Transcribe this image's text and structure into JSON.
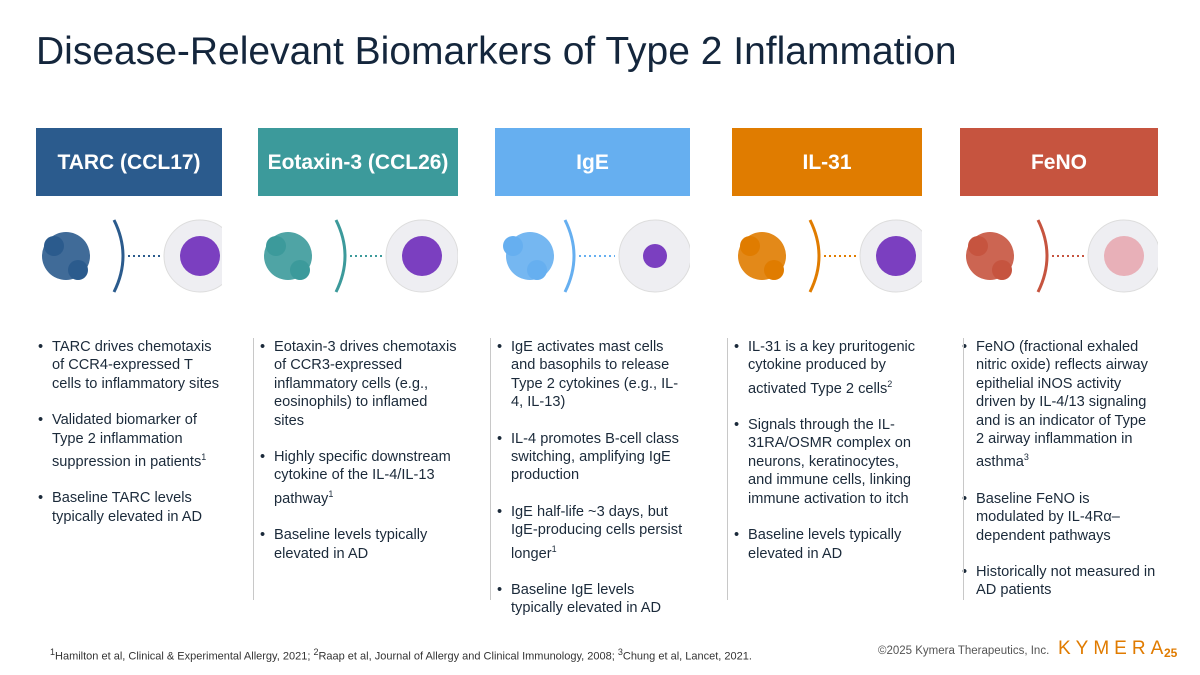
{
  "title": "Disease-Relevant Biomarkers of Type 2 Inflammation",
  "colors": {
    "tarc": "#2b5b8d",
    "eotaxin": "#3c9a9b",
    "ige": "#66aff0",
    "il31": "#e07c00",
    "feno": "#c6543f"
  },
  "columns": [
    {
      "header": "TARC (CCL17)",
      "bullets": [
        {
          "text": "TARC drives chemotaxis of CCR4-expressed T cells to inflammatory sites",
          "sup": ""
        },
        {
          "text": "Validated biomarker of Type 2 inflammation suppression in patients",
          "sup": "1"
        },
        {
          "text": "Baseline TARC levels typically elevated in AD",
          "sup": ""
        }
      ]
    },
    {
      "header": "Eotaxin-3 (CCL26)",
      "bullets": [
        {
          "text": "Eotaxin-3 drives chemotaxis of CCR3-expressed inflammatory cells (e.g., eosinophils) to inflamed sites",
          "sup": ""
        },
        {
          "text": "Highly specific downstream cytokine of the IL-4/IL-13 pathway",
          "sup": "1"
        },
        {
          "text": "Baseline levels typically elevated in AD",
          "sup": ""
        }
      ]
    },
    {
      "header": "IgE",
      "bullets": [
        {
          "text": "IgE activates mast cells and basophils to release Type 2 cytokines (e.g., IL-4, IL-13)",
          "sup": ""
        },
        {
          "text": "IL-4 promotes B-cell class switching, amplifying IgE production",
          "sup": ""
        },
        {
          "text": "IgE half-life ~3 days, but IgE-producing cells persist longer",
          "sup": "1"
        },
        {
          "text": "Baseline IgE levels typically elevated in AD",
          "sup": ""
        }
      ]
    },
    {
      "header": "IL-31",
      "bullets": [
        {
          "text": "IL-31 is a key pruritogenic cytokine produced by activated Type 2 cells",
          "sup": "2"
        },
        {
          "text": "Signals through the IL-31RA/OSMR complex on neurons, keratinocytes, and immune cells, linking immune activation to itch",
          "sup": ""
        },
        {
          "text": "Baseline levels typically elevated in AD",
          "sup": ""
        }
      ]
    },
    {
      "header": "FeNO",
      "bullets": [
        {
          "text": "FeNO (fractional exhaled nitric oxide) reflects airway epithelial iNOS activity driven by IL-4/13 signaling and is an indicator of Type 2 airway inflammation in asthma",
          "sup": "3"
        },
        {
          "text": "Baseline FeNO is modulated by IL-4Rα–dependent pathways",
          "sup": ""
        },
        {
          "text": "Historically not measured in AD patients",
          "sup": ""
        }
      ]
    }
  ],
  "footnote": {
    "s1": "1",
    "r1": "Hamilton et al, Clinical & Experimental Allergy, 2021; ",
    "s2": "2",
    "r2": "Raap et al, Journal of Allergy and Clinical Immunology, 2008; ",
    "s3": "3",
    "r3": "Chung et al, Lancet, 2021."
  },
  "copyright": "©2025 Kymera Therapeutics, Inc.",
  "logo": "KYMERA",
  "page": "25"
}
